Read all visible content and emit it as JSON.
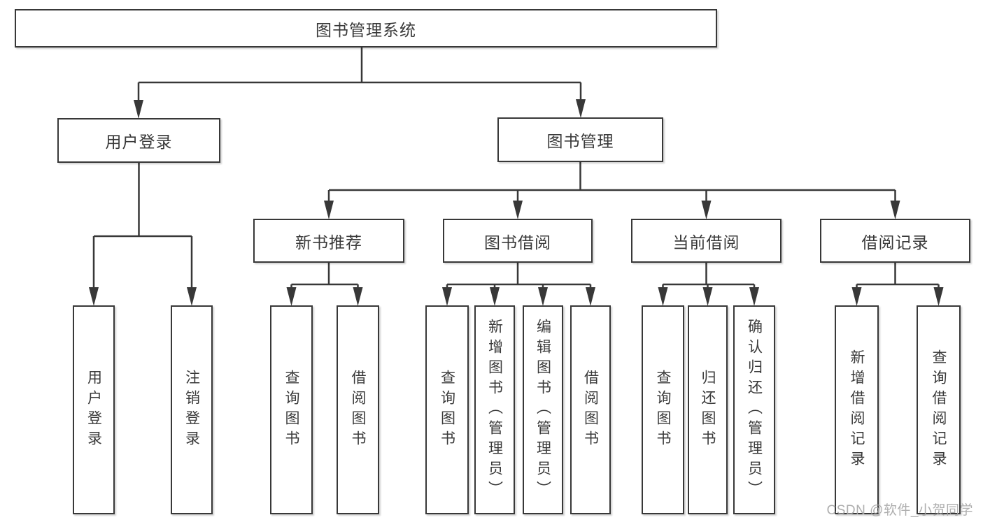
{
  "diagram": {
    "title": "图书管理系统",
    "type": "tree",
    "colors": {
      "line": "#383838",
      "box_border": "#383838",
      "text": "#393939",
      "watermark": "#a8a8a8",
      "background": "#ffffff"
    }
  },
  "tree": {
    "root": {
      "label": "图书管理系统",
      "children": [
        {
          "label": "用户登录",
          "children": [
            {
              "label": "用户登录"
            },
            {
              "label": "注销登录"
            }
          ]
        },
        {
          "label": "图书管理",
          "children": [
            {
              "label": "新书推荐",
              "children": [
                {
                  "label": "查询图书"
                },
                {
                  "label": "借阅图书"
                }
              ]
            },
            {
              "label": "图书借阅",
              "children": [
                {
                  "label": "查询图书"
                },
                {
                  "label": "新增图书（管理员）"
                },
                {
                  "label": "编辑图书（管理员）"
                },
                {
                  "label": "借阅图书"
                }
              ]
            },
            {
              "label": "当前借阅",
              "children": [
                {
                  "label": "查询图书"
                },
                {
                  "label": "归还图书"
                },
                {
                  "label": "确认归还（管理员）"
                }
              ]
            },
            {
              "label": "借阅记录",
              "children": [
                {
                  "label": "新增借阅记录"
                },
                {
                  "label": "查询借阅记录"
                }
              ]
            }
          ]
        }
      ]
    }
  },
  "watermark": {
    "text": "CSDN @软件_小贺同学"
  }
}
